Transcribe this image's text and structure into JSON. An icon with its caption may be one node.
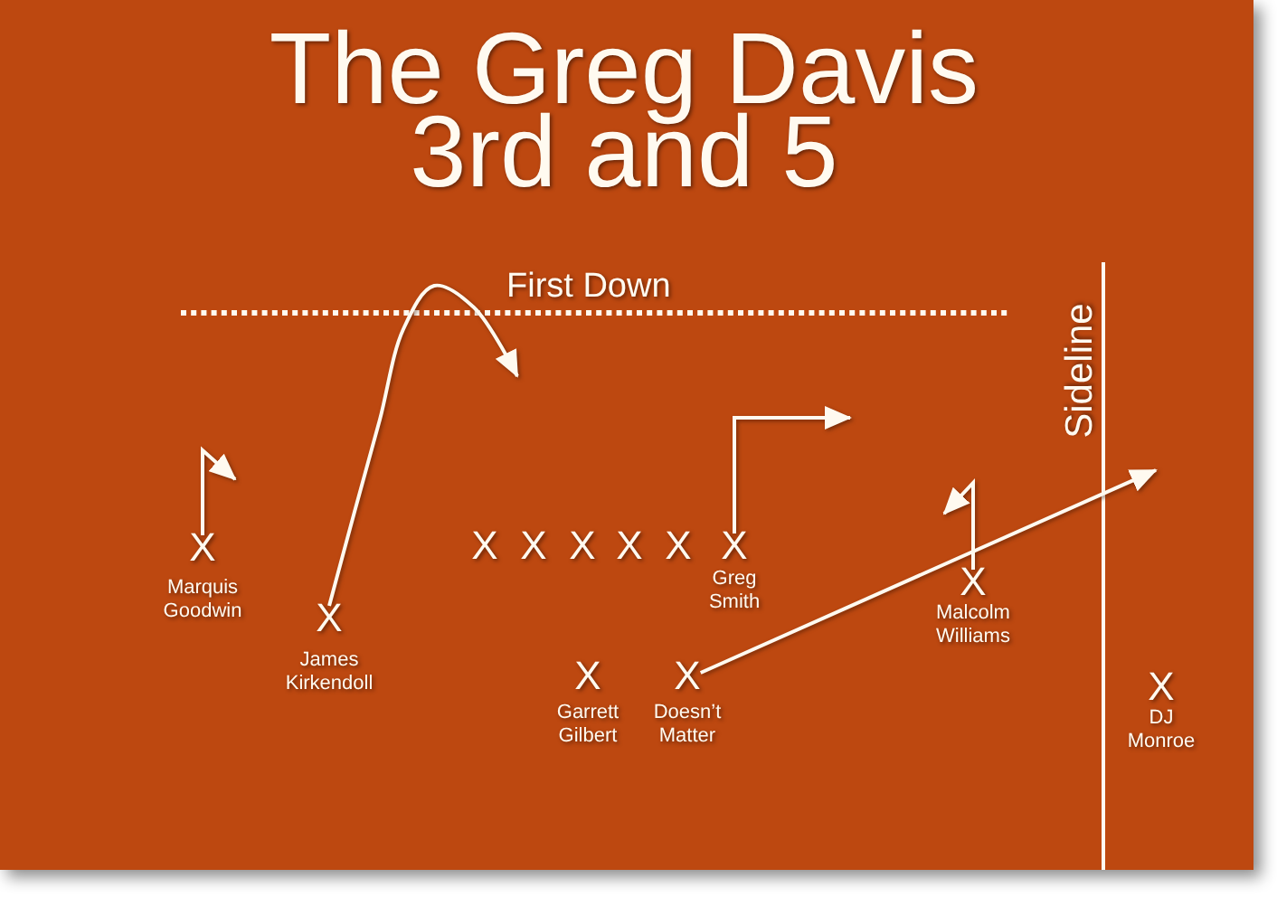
{
  "diagram": {
    "title": "The Greg Davis 3rd and 5",
    "nodes": [
      {
        "text": [
          "X"
        ],
        "beside": [
          "Marquis Goodwin"
        ]
      },
      {
        "text": [
          "X"
        ],
        "beside": [
          "James Kirkendoll"
        ]
      },
      {
        "text": [
          "X"
        ]
      },
      {
        "text": [
          "X"
        ]
      },
      {
        "text": [
          "X"
        ]
      },
      {
        "text": [
          "X"
        ]
      },
      {
        "text": [
          "X"
        ]
      },
      {
        "text": [
          "X"
        ],
        "beside": [
          "Greg Smith"
        ]
      },
      {
        "text": [
          "X"
        ],
        "beside": [
          "Garrett Gilbert"
        ]
      },
      {
        "text": [
          "X"
        ],
        "beside": [
          "Doesn’t Matter"
        ]
      },
      {
        "text": [
          "X"
        ],
        "beside": [
          "Malcolm Williams"
        ]
      },
      {
        "text": [
          "X"
        ],
        "beside": [
          "DJ Monroe"
        ]
      }
    ],
    "edges": [
      {
        "from": 0,
        "to": null,
        "arrow": "to"
      },
      {
        "from": 1,
        "to": null,
        "arrow": "to"
      },
      {
        "from": 7,
        "to": null,
        "arrow": "to"
      },
      {
        "from": 9,
        "to": null,
        "arrow": "to"
      },
      {
        "from": 10,
        "to": null,
        "arrow": "to"
      }
    ],
    "labels": [
      "First Down",
      "Sideline"
    ]
  }
}
